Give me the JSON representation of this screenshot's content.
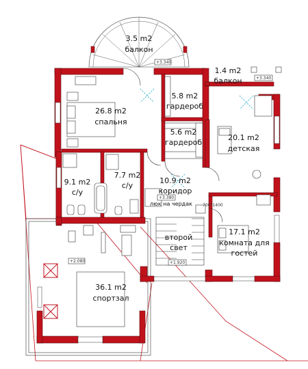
{
  "rooms": {
    "balcony_top": {
      "area": "3.5 m2",
      "name": "балкон"
    },
    "balcony_right": {
      "area": "1.4 m2",
      "name": "балкон"
    },
    "wardrobe1": {
      "area": "5.8 m2",
      "name": "гардероб"
    },
    "wardrobe2": {
      "area": "5.6 m2",
      "name": "гардероб"
    },
    "bedroom": {
      "area": "26.8 m2",
      "name": "спальня"
    },
    "kids": {
      "area": "20.1 m2",
      "name": "детская"
    },
    "bath1": {
      "area": "9.1 m2",
      "name": "с/у"
    },
    "bath2": {
      "area": "7.7 m2",
      "name": "с/у"
    },
    "corridor": {
      "area": "10.9 m2",
      "name": "коридор",
      "note": "люк на чердак"
    },
    "second_light": {
      "name1": "второй",
      "name2": "свет"
    },
    "guest": {
      "area": "17.1 m2",
      "name1": "комната для",
      "name2": "гостей"
    },
    "gym": {
      "area": "36.1 m2",
      "name": "спортзал"
    }
  },
  "marks": {
    "m1": "+3.340",
    "m2": "+3.340",
    "m3": "+3.380",
    "m4": "+1.920",
    "m5": "+2.080",
    "window": "700*1400"
  }
}
